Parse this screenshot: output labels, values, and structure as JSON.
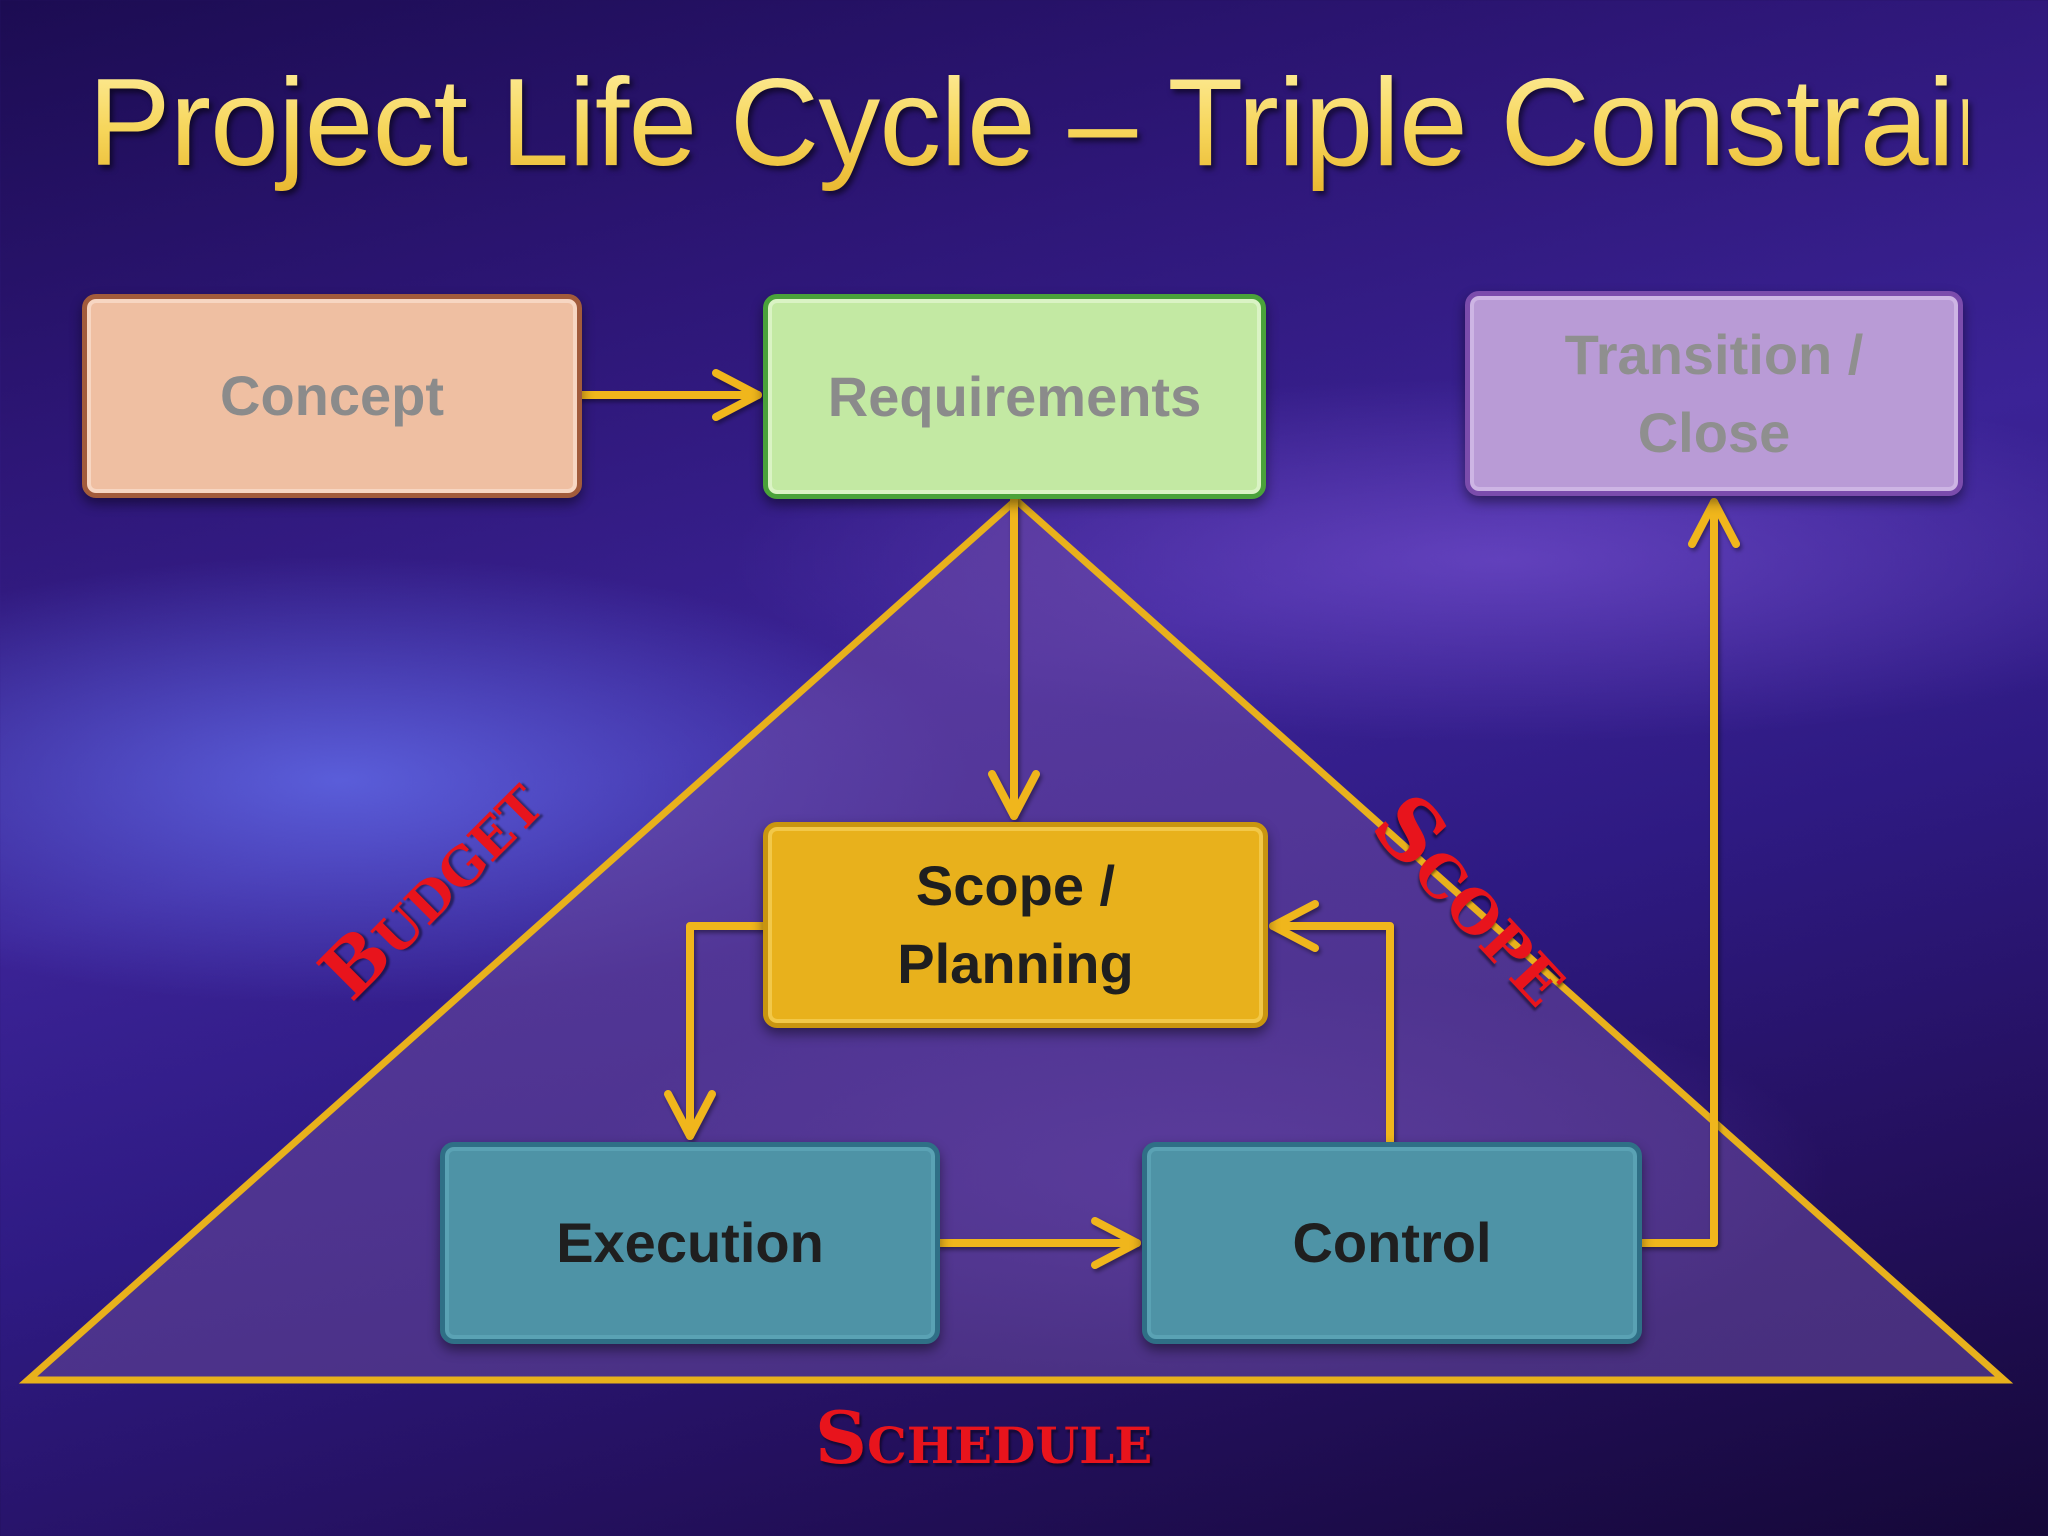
{
  "title": "Project Life Cycle – Triple Constraint",
  "colors": {
    "title_gold": "#f7dd66",
    "arrow_gold": "#f0b61c",
    "constraint_red": "#e8141c"
  },
  "nodes": {
    "concept": {
      "label": "Concept",
      "fill": "#efbfa2",
      "border": "#a25b3b"
    },
    "requirements": {
      "label": "Requirements",
      "fill": "#c3e9a3",
      "border": "#4aa23a"
    },
    "transition": {
      "line1": "Transition /",
      "line2": "Close",
      "fill": "#b99bd6",
      "border": "#7b4cac"
    },
    "scope_planning": {
      "line1": "Scope /",
      "line2": "Planning",
      "fill": "#e8b11c",
      "border": "#c9950f"
    },
    "execution": {
      "label": "Execution",
      "fill": "#4e93a6",
      "border": "#2f6f86"
    },
    "control": {
      "label": "Control",
      "fill": "#4e93a6",
      "border": "#2f6f86"
    }
  },
  "constraints": {
    "left": "Budget",
    "right": "Scope",
    "bottom": "Schedule"
  }
}
